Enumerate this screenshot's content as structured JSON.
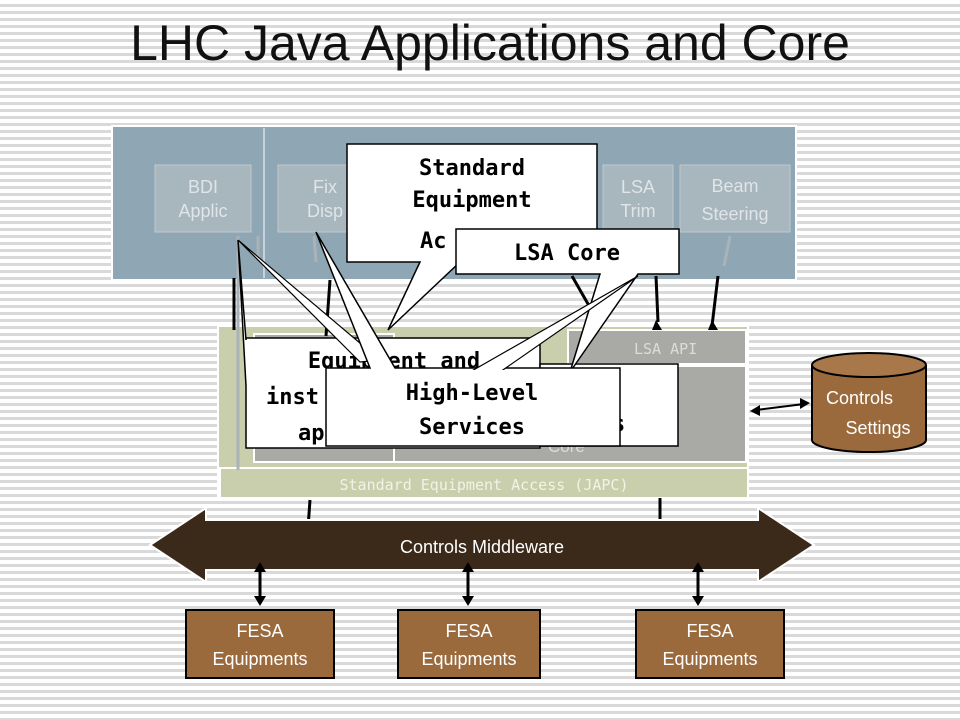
{
  "title": "LHC Java Applications and Core",
  "applications": [
    {
      "line1": "BDI",
      "line2": "Applic"
    },
    {
      "line1": "Fix",
      "line2": "Disp"
    },
    {
      "line1": "LSA",
      "line2": "Trim"
    },
    {
      "line1": "Beam",
      "line2": "Steering"
    }
  ],
  "layers": {
    "lsa_api": "LSA API",
    "core_fragment": "Core",
    "japc": "Standard Equipment Access (JAPC)"
  },
  "database": {
    "line1": "Controls",
    "line2": "Settings"
  },
  "middleware": "Controls Middleware",
  "fesa": [
    {
      "line1": "FESA",
      "line2": "Equipments"
    },
    {
      "line1": "FESA",
      "line2": "Equipments"
    },
    {
      "line1": "FESA",
      "line2": "Equipments"
    }
  ],
  "callouts": {
    "standard_equipment_access": {
      "line1": "Standard",
      "line2": "Equipment",
      "line3": "Ac"
    },
    "lsa_core": "LSA Core",
    "equipment_instruments": {
      "line1": "Equipment and",
      "line2": "inst",
      "line3": "ap"
    },
    "high_level_services": {
      "line1": "High-Level",
      "line2": "Services",
      "hidden_fragment": "s"
    }
  },
  "colors": {
    "app_panel": "#8fa6b4",
    "app_box": "#a8b6bd",
    "japc_band": "#c9cfad",
    "core_box": "#a9a9a6",
    "fesa_brown": "#9a6a3c",
    "middleware": "#3b2a1a"
  }
}
